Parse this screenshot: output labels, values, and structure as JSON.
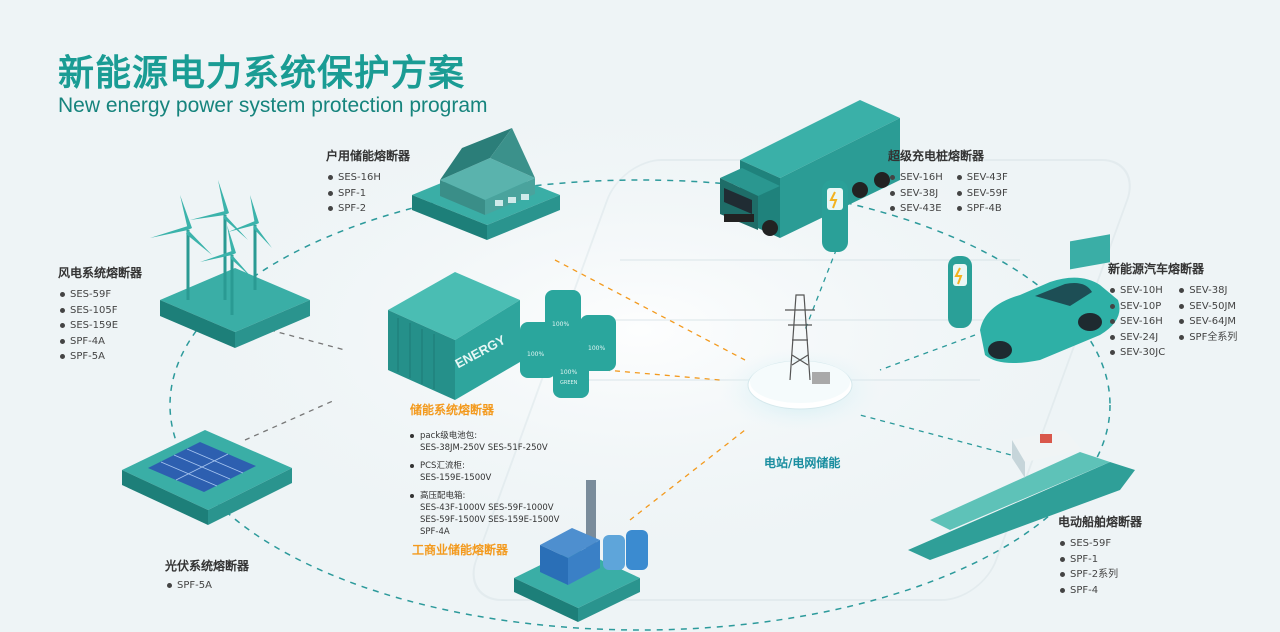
{
  "title_cn": "新能源电力系统保护方案",
  "title_en": "New energy power system protection program",
  "groups": {
    "household": {
      "title": "户用储能熔断器",
      "items": [
        "SES-16H",
        "SPF-1",
        "SPF-2"
      ]
    },
    "charging": {
      "title": "超级充电桩熔断器",
      "col1": [
        "SEV-16H",
        "SEV-38J",
        "SEV-43E"
      ],
      "col2": [
        "SEV-43F",
        "SEV-59F",
        "SPF-4B"
      ]
    },
    "wind": {
      "title": "风电系统熔断器",
      "items": [
        "SES-59F",
        "SES-105F",
        "SES-159E",
        "SPF-4A",
        "SPF-5A"
      ]
    },
    "nev": {
      "title": "新能源汽车熔断器",
      "col1": [
        "SEV-10H",
        "SEV-10P",
        "SEV-16H",
        "SEV-24J",
        "SEV-30JC"
      ],
      "col2": [
        "SEV-38J",
        "SEV-50JM",
        "SEV-64JM",
        "SPF全系列"
      ]
    },
    "storage": {
      "title": "储能系统熔断器",
      "sec1_head": "pack级电池包:",
      "sec1_lines": [
        "SES-38JM-250V  SES-51F-250V"
      ],
      "sec2_head": "PCS汇流柜:",
      "sec2_lines": [
        "SES-159E-1500V"
      ],
      "sec3_head": "高压配电箱:",
      "sec3_lines": [
        "SES-43F-1000V  SES-59F-1000V",
        "SES-59F-1500V  SES-159E-1500V",
        "SPF-4A"
      ]
    },
    "grid": {
      "title": "电站/电网储能"
    },
    "industrial": {
      "title": "工商业储能熔断器"
    },
    "pv": {
      "title": "光伏系统熔断器",
      "items": [
        "SPF-5A"
      ]
    },
    "ship": {
      "title": "电动船舶熔断器",
      "items": [
        "SES-59F",
        "SPF-1",
        "SPF-2系列",
        "SPF-4"
      ]
    }
  },
  "graphics": {
    "container_label": "ENERGY",
    "battery_label": "100%",
    "battery_sub": "GREEN"
  },
  "colors": {
    "primary": "#1a9c94",
    "accent_orange": "#f39a1e",
    "dark_teal": "#14726d",
    "light_teal": "#6fc9bd"
  }
}
